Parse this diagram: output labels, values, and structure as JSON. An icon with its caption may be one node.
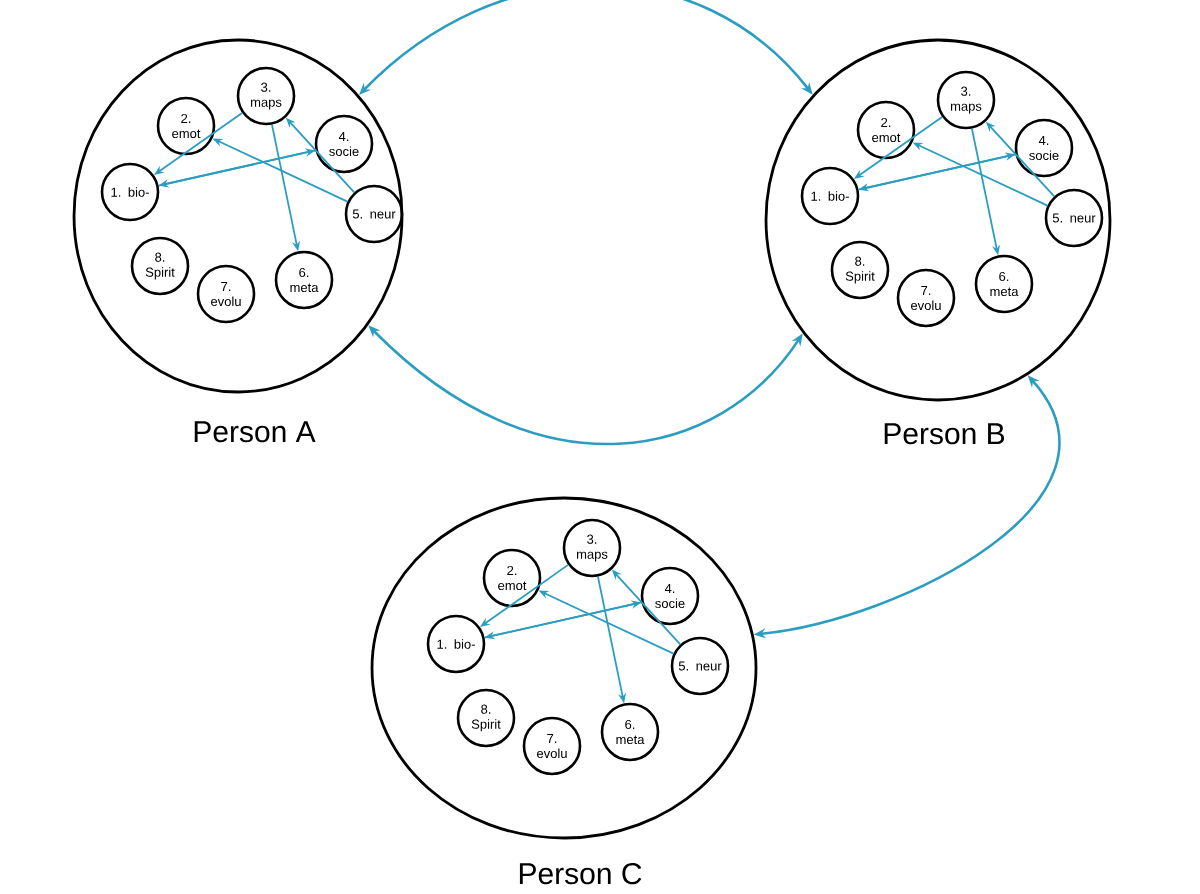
{
  "diagram": {
    "nodes": [
      {
        "text": [],
        "shape": "circle",
        "beside": [
          "Person A"
        ]
      },
      {
        "text": [
          "1. bio-"
        ],
        "in": 0
      },
      {
        "text": [
          "2. emot"
        ],
        "in": 0
      },
      {
        "text": [
          "3. maps"
        ],
        "in": 0
      },
      {
        "text": [
          "4. socie"
        ],
        "in": 0
      },
      {
        "text": [
          "5. neur"
        ],
        "in": 0
      },
      {
        "text": [
          "6. meta"
        ],
        "in": 0
      },
      {
        "text": [
          "7. evolu"
        ],
        "in": 0
      },
      {
        "text": [
          "8. Spirit"
        ],
        "in": 0
      },
      {
        "text": [],
        "shape": "circle",
        "beside": [
          "Person B"
        ]
      },
      {
        "text": [
          "1. bio-"
        ],
        "in": 9
      },
      {
        "text": [
          "2. emot"
        ],
        "in": 9
      },
      {
        "text": [
          "3. maps"
        ],
        "in": 9
      },
      {
        "text": [
          "4. socie"
        ],
        "in": 9
      },
      {
        "text": [
          "5. neur"
        ],
        "in": 9
      },
      {
        "text": [
          "6. meta"
        ],
        "in": 9
      },
      {
        "text": [
          "7. evolu"
        ],
        "in": 9
      },
      {
        "text": [
          "8. Spirit"
        ],
        "in": 9
      },
      {
        "text": [],
        "shape": "circle",
        "beside": [
          "Person C"
        ]
      },
      {
        "text": [
          "1. bio-"
        ],
        "in": 18
      },
      {
        "text": [
          "2. emot"
        ],
        "in": 18
      },
      {
        "text": [
          "3. maps"
        ],
        "in": 18
      },
      {
        "text": [
          "4. socie"
        ],
        "in": 18
      },
      {
        "text": [
          "5. neur"
        ],
        "in": 18
      },
      {
        "text": [
          "6. meta"
        ],
        "in": 18
      },
      {
        "text": [
          "7. evolu"
        ],
        "in": 18
      },
      {
        "text": [
          "8. Spirit"
        ],
        "in": 18
      }
    ],
    "edges": [
      {
        "from": 0,
        "to": 9,
        "arrow": "both"
      },
      {
        "from": 0,
        "to": 9,
        "arrow": "both"
      },
      {
        "from": 9,
        "to": 18,
        "arrow": "both"
      },
      {
        "from": 3,
        "to": 1,
        "arrow": "to"
      },
      {
        "from": 4,
        "to": 1,
        "arrow": "to"
      },
      {
        "from": 1,
        "to": 4,
        "arrow": "to"
      },
      {
        "from": 5,
        "to": 2,
        "arrow": "to"
      },
      {
        "from": 5,
        "to": 3,
        "arrow": "to"
      },
      {
        "from": 3,
        "to": 6,
        "arrow": "to"
      },
      {
        "from": 12,
        "to": 10,
        "arrow": "to"
      },
      {
        "from": 13,
        "to": 10,
        "arrow": "to"
      },
      {
        "from": 10,
        "to": 13,
        "arrow": "to"
      },
      {
        "from": 14,
        "to": 11,
        "arrow": "to"
      },
      {
        "from": 14,
        "to": 12,
        "arrow": "to"
      },
      {
        "from": 12,
        "to": 15,
        "arrow": "to"
      },
      {
        "from": 21,
        "to": 19,
        "arrow": "to"
      },
      {
        "from": 22,
        "to": 19,
        "arrow": "to"
      },
      {
        "from": 19,
        "to": 22,
        "arrow": "to"
      },
      {
        "from": 23,
        "to": 20,
        "arrow": "to"
      },
      {
        "from": 23,
        "to": 21,
        "arrow": "to"
      },
      {
        "from": 21,
        "to": 24,
        "arrow": "to"
      }
    ]
  }
}
